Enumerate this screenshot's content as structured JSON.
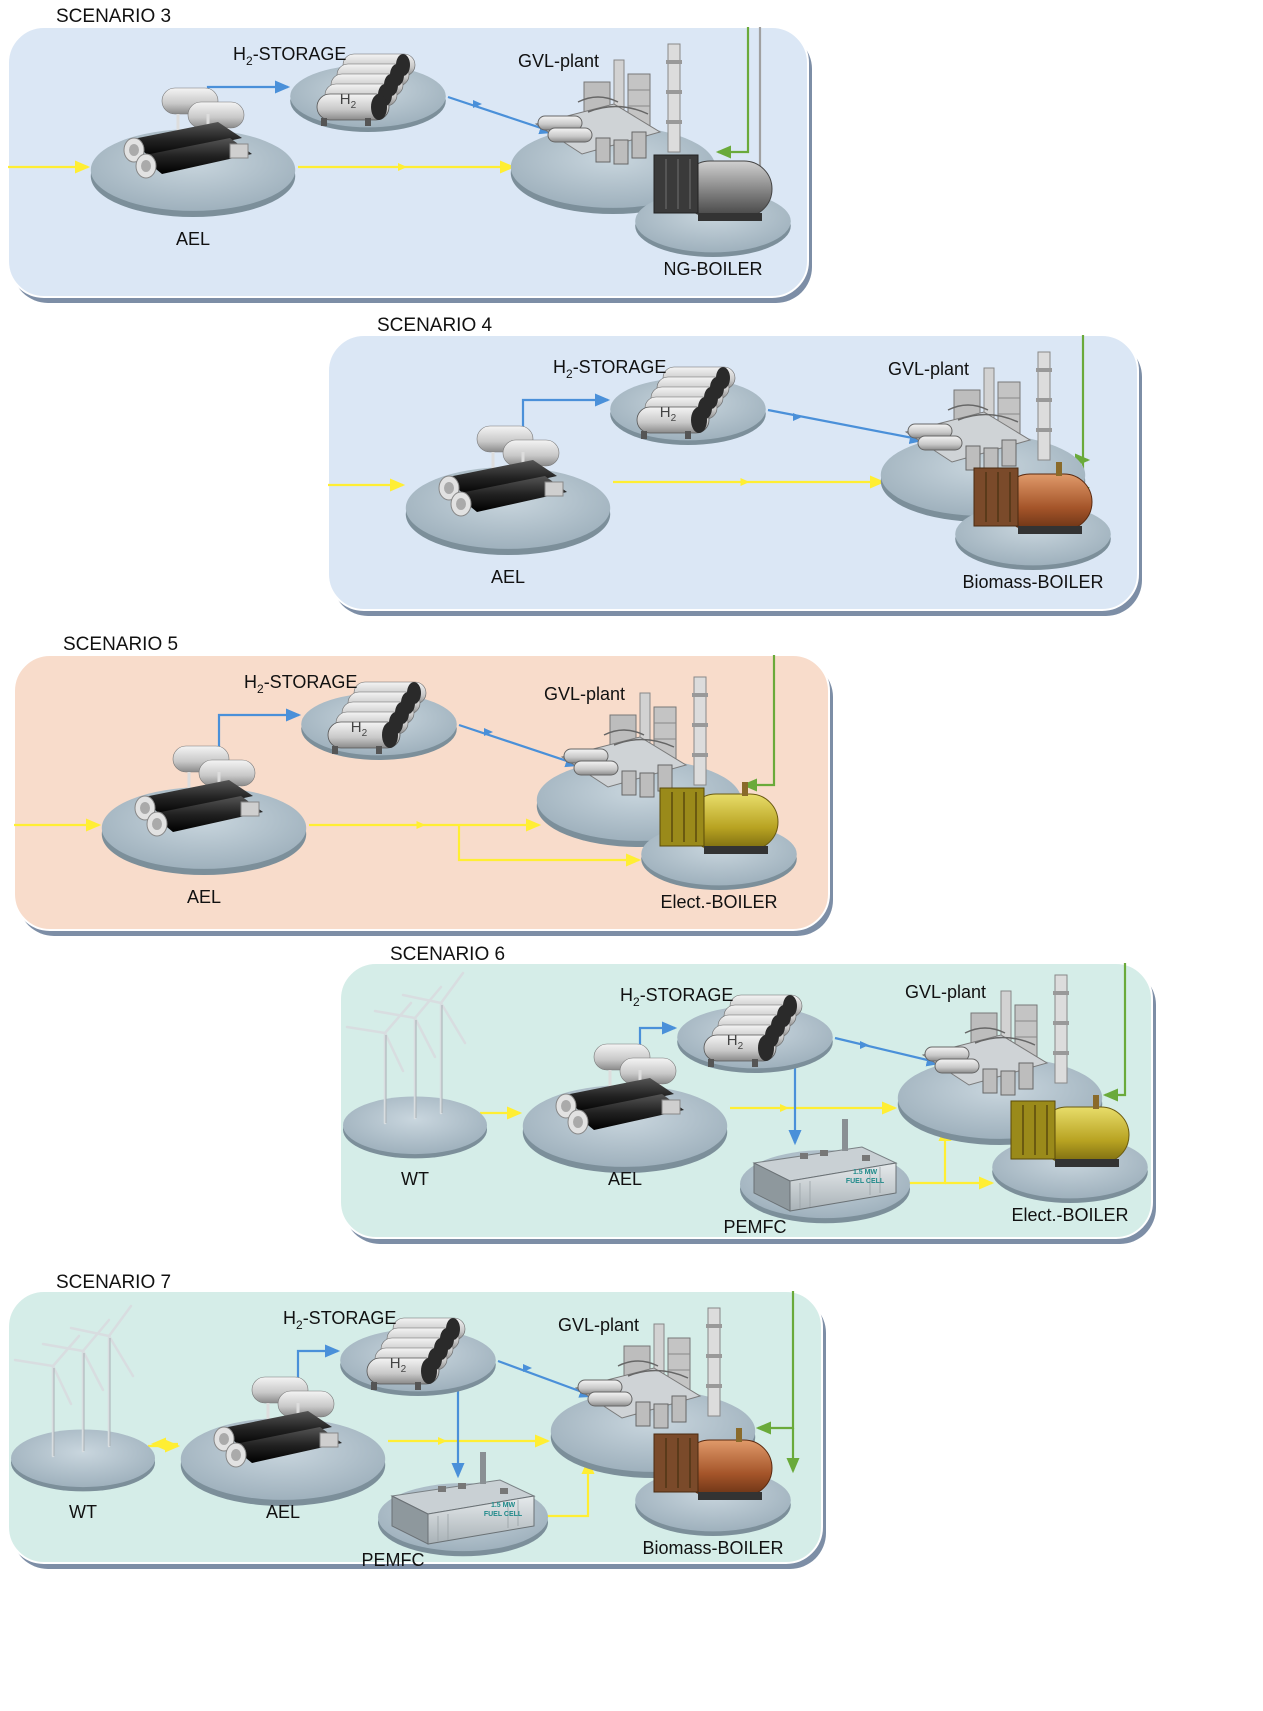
{
  "scenarios": [
    {
      "title": "SCENARIO 3",
      "background": "#dbe7f5",
      "labels": {
        "storage": "H",
        "storage_sub": "2",
        "storage_suffix": "-STORAGE",
        "tank_mark": "H",
        "tank_mark_sub": "2",
        "plant": "GVL-plant",
        "ael": "AEL",
        "boiler": "NG-BOILER"
      },
      "boiler_type": "ng"
    },
    {
      "title": "SCENARIO 4",
      "background": "#dbe7f5",
      "labels": {
        "storage": "H",
        "storage_sub": "2",
        "storage_suffix": "-STORAGE",
        "tank_mark": "H",
        "tank_mark_sub": "2",
        "plant": "GVL-plant",
        "ael": "AEL",
        "boiler": "Biomass-BOILER"
      },
      "boiler_type": "biomass"
    },
    {
      "title": "SCENARIO 5",
      "background": "#f8dccb",
      "labels": {
        "storage": "H",
        "storage_sub": "2",
        "storage_suffix": "-STORAGE",
        "tank_mark": "H",
        "tank_mark_sub": "2",
        "plant": "GVL-plant",
        "ael": "AEL",
        "boiler": "Elect.-BOILER"
      },
      "boiler_type": "electric"
    },
    {
      "title": "SCENARIO 6",
      "background": "#d5ede8",
      "labels": {
        "storage": "H",
        "storage_sub": "2",
        "storage_suffix": "-STORAGE",
        "tank_mark": "H",
        "tank_mark_sub": "2",
        "plant": "GVL-plant",
        "ael": "AEL",
        "boiler": "Elect.-BOILER",
        "wt": "WT",
        "pemfc": "PEMFC",
        "fuel_cell_mark_1": "1.5 MW",
        "fuel_cell_mark_2": "FUEL CELL"
      },
      "boiler_type": "electric"
    },
    {
      "title": "SCENARIO 7",
      "background": "#d5ede8",
      "labels": {
        "storage": "H",
        "storage_sub": "2",
        "storage_suffix": "-STORAGE",
        "tank_mark": "H",
        "tank_mark_sub": "2",
        "plant": "GVL-plant",
        "ael": "AEL",
        "boiler": "Biomass-BOILER",
        "wt": "WT",
        "pemfc": "PEMFC",
        "fuel_cell_mark_1": "1.5 MW",
        "fuel_cell_mark_2": "FUEL CELL"
      },
      "boiler_type": "biomass"
    }
  ],
  "colors": {
    "electricity": "#ffee33",
    "hydrogen": "#4a90d9",
    "heat": "#6aaa3a",
    "natural_gas": "#a0a0a0",
    "platform": "#b9c9d3",
    "panel_shadow": "#7d8ea6",
    "ng_boiler": "#8c8c8c",
    "biomass_boiler": "#b56a3d",
    "electric_boiler": "#c9b52a"
  }
}
